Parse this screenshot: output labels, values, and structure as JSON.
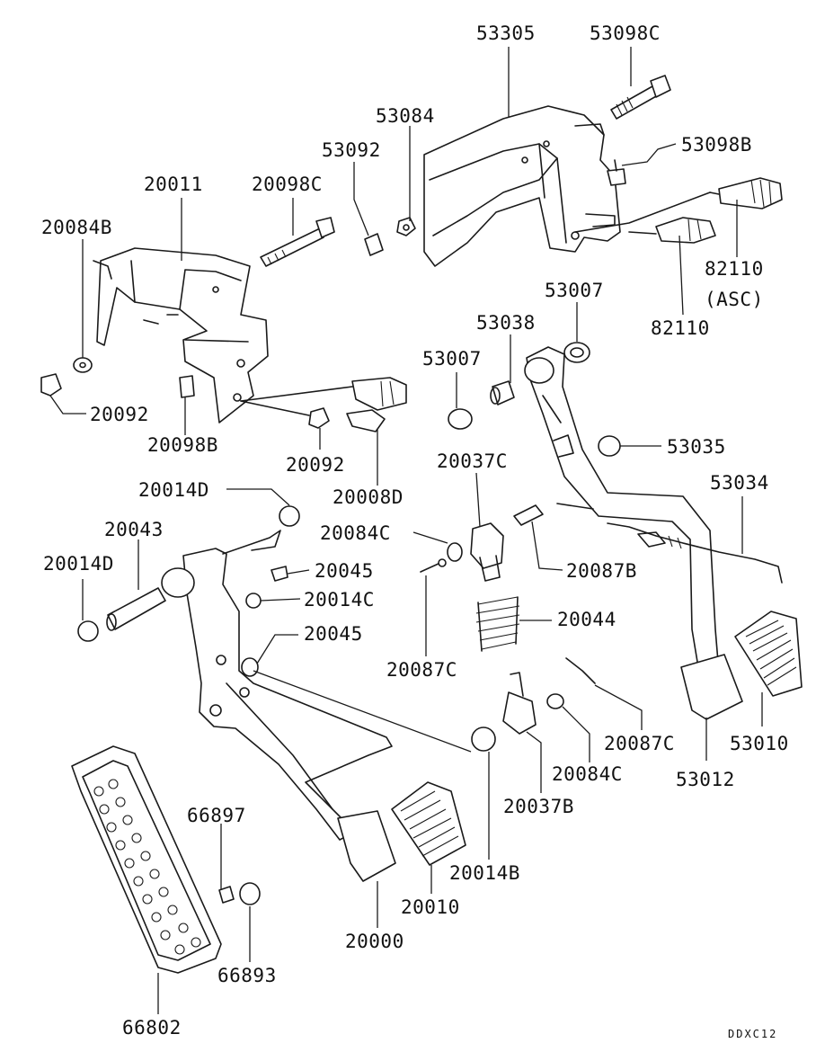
{
  "diagram_code": "DDXC12",
  "labels": [
    {
      "id": "53305",
      "text": "53305"
    },
    {
      "id": "53098C",
      "text": "53098C"
    },
    {
      "id": "53084",
      "text": "53084"
    },
    {
      "id": "53092",
      "text": "53092"
    },
    {
      "id": "53098B",
      "text": "53098B"
    },
    {
      "id": "20011",
      "text": "20011"
    },
    {
      "id": "20098C",
      "text": "20098C"
    },
    {
      "id": "20084B",
      "text": "20084B"
    },
    {
      "id": "82110a",
      "text": "82110"
    },
    {
      "id": "asc",
      "text": "(ASC)"
    },
    {
      "id": "82110b",
      "text": "82110"
    },
    {
      "id": "53007a",
      "text": "53007"
    },
    {
      "id": "53038",
      "text": "53038"
    },
    {
      "id": "53007b",
      "text": "53007"
    },
    {
      "id": "20092a",
      "text": "20092"
    },
    {
      "id": "20098B",
      "text": "20098B"
    },
    {
      "id": "20092b",
      "text": "20092"
    },
    {
      "id": "20008D",
      "text": "20008D"
    },
    {
      "id": "53035",
      "text": "53035"
    },
    {
      "id": "20037C",
      "text": "20037C"
    },
    {
      "id": "53034",
      "text": "53034"
    },
    {
      "id": "20014D_top",
      "text": "20014D"
    },
    {
      "id": "20043",
      "text": "20043"
    },
    {
      "id": "20084C_top",
      "text": "20084C"
    },
    {
      "id": "20014D_left",
      "text": "20014D"
    },
    {
      "id": "20045a",
      "text": "20045"
    },
    {
      "id": "20087B",
      "text": "20087B"
    },
    {
      "id": "20014C",
      "text": "20014C"
    },
    {
      "id": "20044",
      "text": "20044"
    },
    {
      "id": "20045b",
      "text": "20045"
    },
    {
      "id": "20087C_left",
      "text": "20087C"
    },
    {
      "id": "20087C_right",
      "text": "20087C"
    },
    {
      "id": "53010",
      "text": "53010"
    },
    {
      "id": "20084C_bot",
      "text": "20084C"
    },
    {
      "id": "53012",
      "text": "53012"
    },
    {
      "id": "20037B",
      "text": "20037B"
    },
    {
      "id": "66897",
      "text": "66897"
    },
    {
      "id": "20014B",
      "text": "20014B"
    },
    {
      "id": "20010",
      "text": "20010"
    },
    {
      "id": "20000",
      "text": "20000"
    },
    {
      "id": "66893",
      "text": "66893"
    },
    {
      "id": "66802",
      "text": "66802"
    }
  ]
}
